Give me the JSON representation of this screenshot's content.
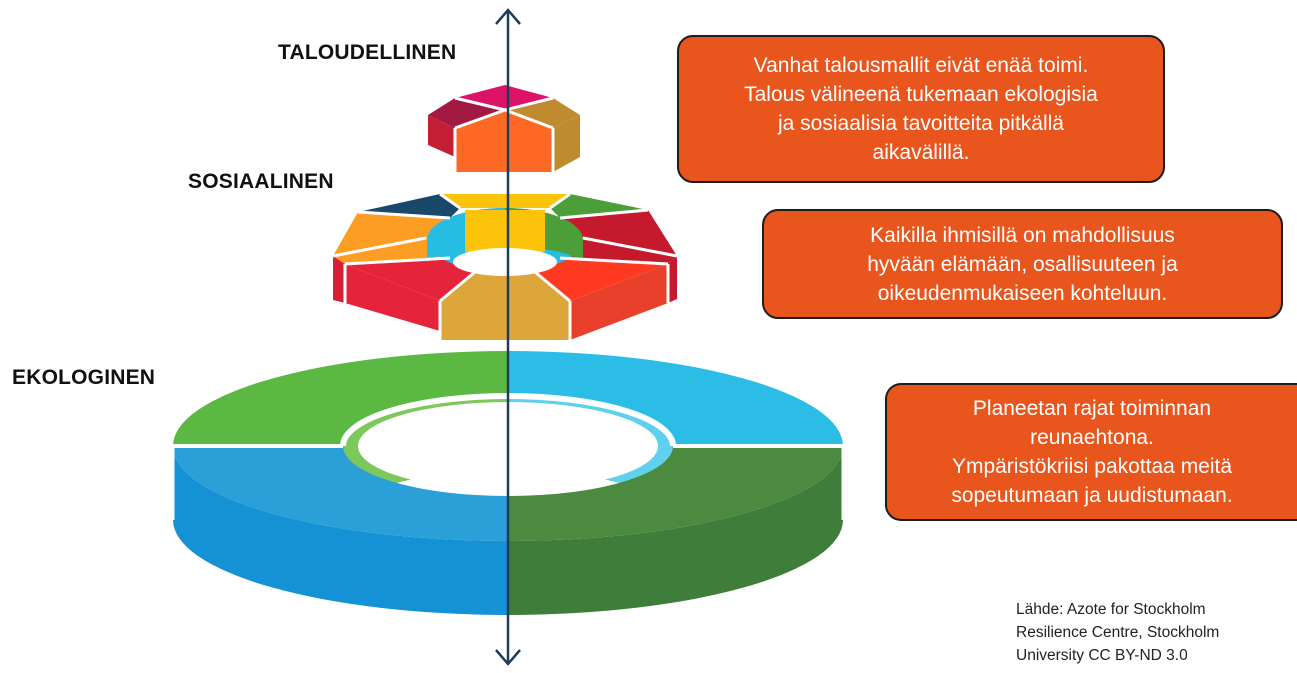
{
  "labels": {
    "economic": "TALOUDELLINEN",
    "social": "SOSIAALINEN",
    "ecological": "EKOLOGINEN"
  },
  "callouts": {
    "economic": [
      "Vanhat talousmallit eivät enää toimi.",
      "Talous välineenä tukemaan ekologisia",
      "ja sosiaalisia tavoitteita pitkällä",
      "aikavälillä."
    ],
    "social": [
      "Kaikilla ihmisillä on mahdollisuus",
      "hyvään elämään, osallisuuteen ja",
      "oikeudenmukaiseen kohteluun."
    ],
    "ecological": [
      "Planeetan rajat toiminnan",
      "reunaehtona.",
      "Ympäristökriisi pakottaa meitä",
      "sopeutumaan ja uudistumaan."
    ]
  },
  "source": [
    "Lähde: Azote for Stockholm",
    "Resilience Centre, Stockholm",
    "University CC BY-ND 3.0"
  ],
  "colors": {
    "callout_fill": "#e8561e",
    "callout_border": "#1c1c1c",
    "axis": "#1f3d5a",
    "ecological_segments": [
      "#2a9fd8",
      "#4c8a3f",
      "#5ab843",
      "#2bbde6"
    ],
    "social_segments": [
      "#e5243b",
      "#dd1367",
      "#4c9f38",
      "#c5192d",
      "#ff3a21",
      "#dda63a",
      "#fd9d24",
      "#0a97d9",
      "#fcc30b",
      "#26bde2"
    ],
    "economic_segments": [
      "#a21942",
      "#dd1367",
      "#bf8b2e",
      "#fd6925",
      "#c31f33"
    ]
  }
}
